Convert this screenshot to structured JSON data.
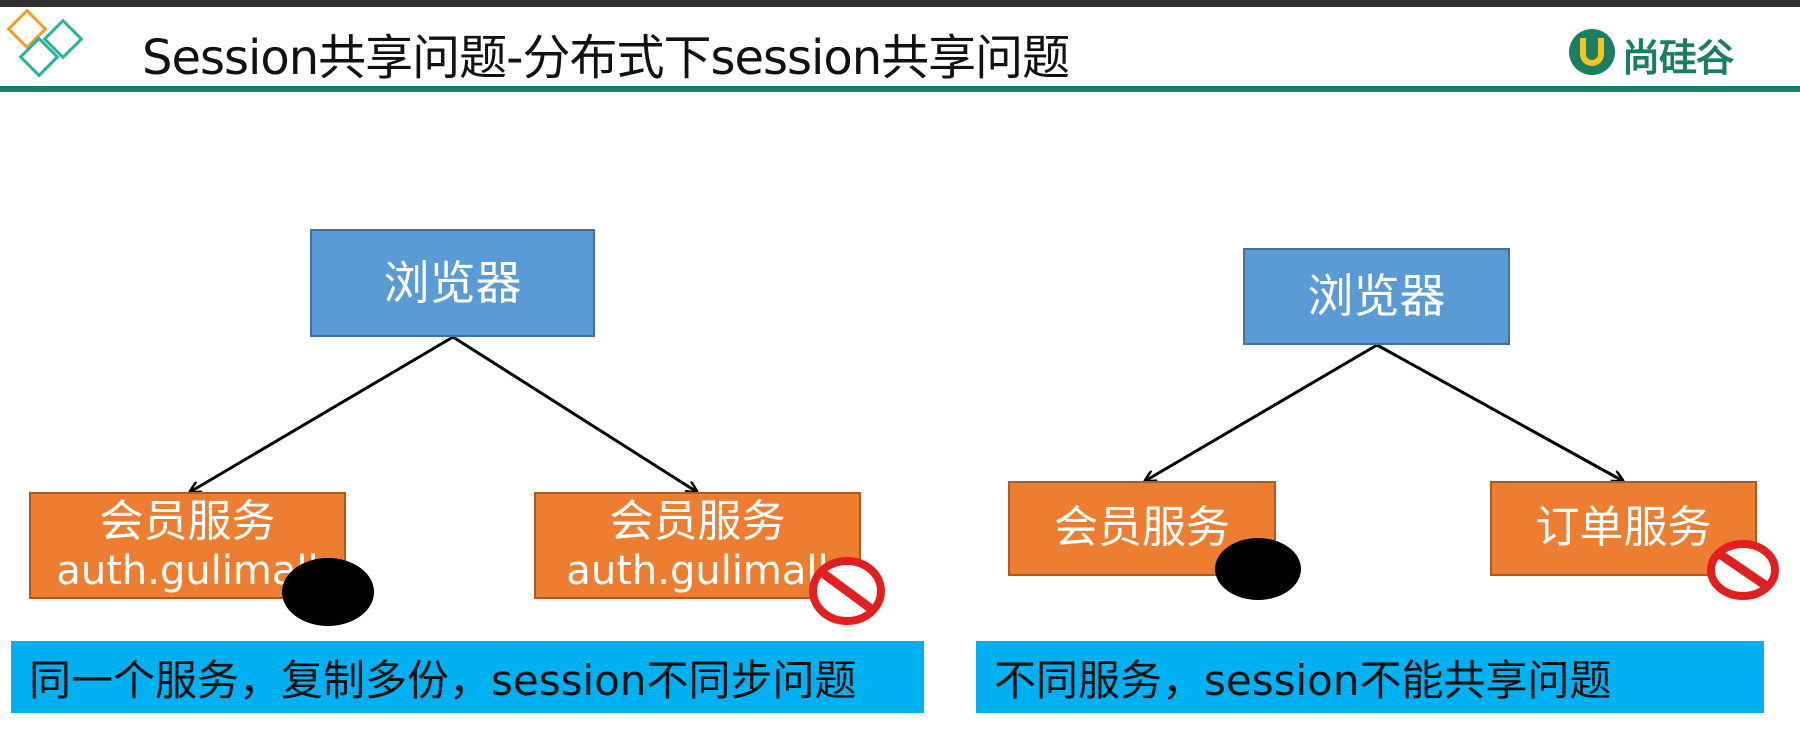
{
  "header": {
    "title": "Session共享问题-分布式下session共享问题",
    "brand_text": "尚硅谷",
    "brand_color": "#1b7d62"
  },
  "left_diagram": {
    "browser_label": "浏览器",
    "node_a": {
      "label": "会员服务",
      "domain": "auth.gulimall"
    },
    "node_b": {
      "label": "会员服务",
      "domain": "auth.gulimall"
    },
    "banner": "同一个服务，复制多份，session不同步问题"
  },
  "right_diagram": {
    "browser_label": "浏览器",
    "node_a": {
      "label": "会员服务"
    },
    "node_b": {
      "label": "订单服务"
    },
    "banner": "不同服务，session不能共享问题"
  },
  "colors": {
    "browser_box": "#5b9bd5",
    "service_box": "#ed7d31",
    "banner": "#00b0f0",
    "header_rule": "#16806a",
    "prohibited_sign": "#e02020"
  },
  "icons": [
    "logo-diamonds-icon",
    "brand-u-icon",
    "prohibited-icon",
    "black-oval-mark"
  ]
}
